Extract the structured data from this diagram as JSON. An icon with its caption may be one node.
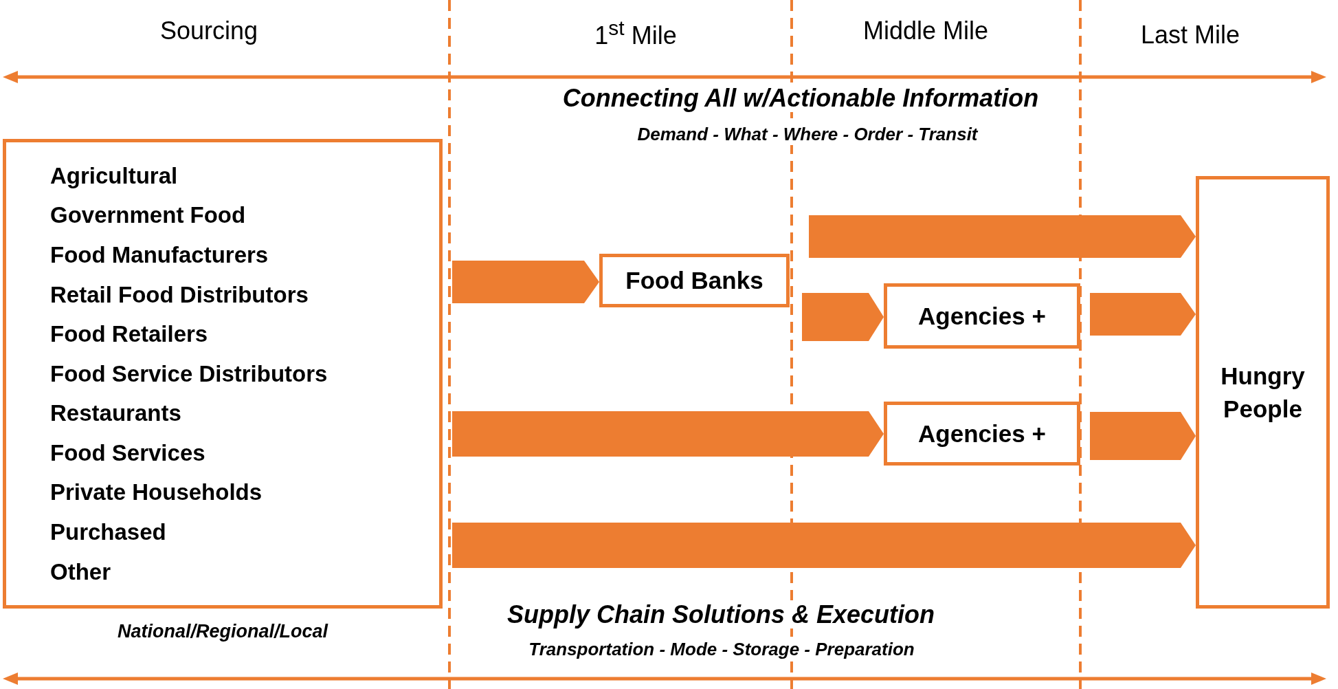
{
  "diagram": {
    "nodes": [
      {
        "text": [
          "Agricultural",
          "Government Food",
          "Food Manufacturers",
          "Retail Food Distributors",
          "Food Retailers",
          "Food Service Distributors",
          "Restaurants",
          "Food Services",
          "Private Households",
          "Purchased",
          "Other"
        ],
        "beside": [
          "National/Regional/Local"
        ]
      },
      {
        "text": [
          "Food Banks"
        ]
      },
      {
        "text": [
          "Agencies +"
        ]
      },
      {
        "text": [
          "Agencies +"
        ]
      },
      {
        "text": [
          "Hungry People"
        ]
      }
    ],
    "edges": [
      {
        "from": 0,
        "to": 1,
        "arrow": "to"
      },
      {
        "from": 1,
        "to": 4,
        "arrow": "to"
      },
      {
        "from": 1,
        "to": 2,
        "arrow": "to"
      },
      {
        "from": 2,
        "to": 4,
        "arrow": "to"
      },
      {
        "from": 0,
        "to": 3,
        "arrow": "to"
      },
      {
        "from": 3,
        "to": 4,
        "arrow": "to"
      },
      {
        "from": 0,
        "to": 4,
        "arrow": "to"
      }
    ],
    "labels": [
      "Sourcing",
      "1$^{st}$ Mile",
      "Middle Mile",
      "Last Mile",
      "Connecting All w/Actionable Information",
      "Demand - What - Where - Order - Transit",
      "Supply Chain Solutions & Execution",
      "Transportation - Mode - Storage - Preparation"
    ]
  }
}
